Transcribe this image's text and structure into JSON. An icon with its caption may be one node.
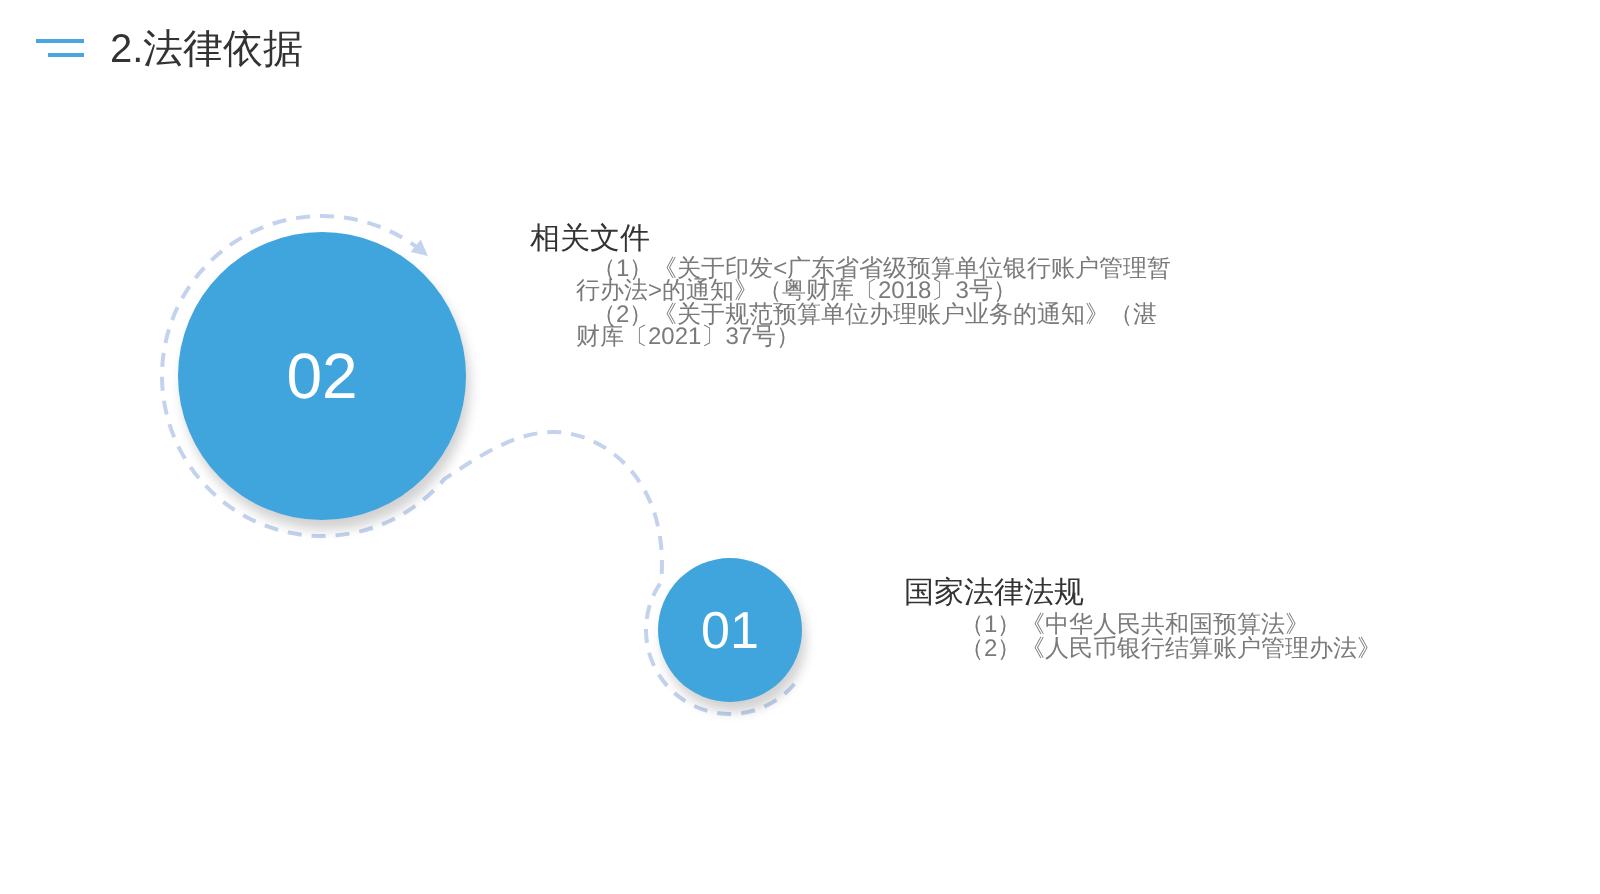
{
  "diagram": {
    "title": "2.法律依据",
    "nodes": [
      {
        "text": [
          "02"
        ],
        "beside": [
          "相关文件",
          "（1）《关于印发<广东省省级预算单位银行账户管理暂行办法>的通知》（粤财库〔2018〕3号）",
          "（2）《关于规范预算单位办理账户业务的通知》（湛财库〔2021〕37号）"
        ]
      },
      {
        "text": [
          "01"
        ],
        "beside": [
          "国家法律法规",
          "（1）《中华人民共和国预算法》",
          "（2）《人民币银行结算账户管理办法》"
        ]
      }
    ],
    "edges": [
      {
        "from": 1,
        "to": 0,
        "arrow": "to",
        "style": "dashed"
      }
    ]
  }
}
